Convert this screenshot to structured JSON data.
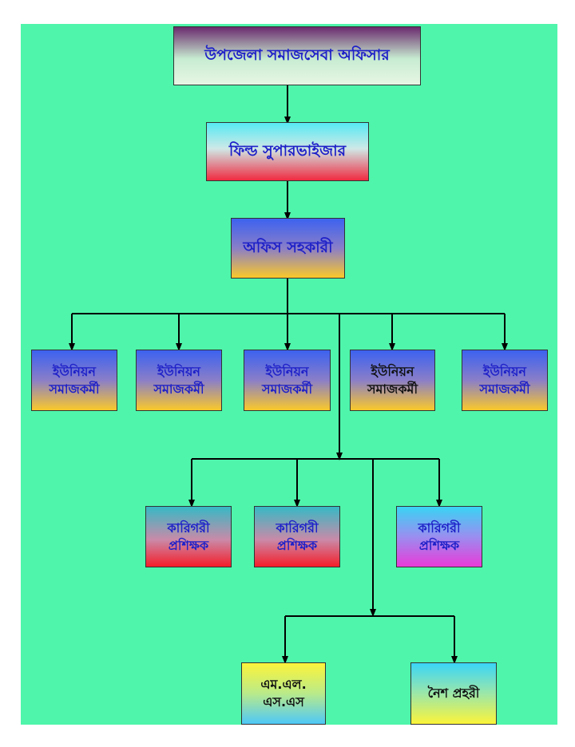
{
  "chart": {
    "top": "উপজেলা সমাজসেবা অফিসার",
    "field_supervisor": "ফিল্ড সুপারভাইজার",
    "office_assistant": "অফিস সহকারী",
    "union_workers": [
      {
        "line1": "ইউনিয়ন",
        "line2": "সমাজকর্মী"
      },
      {
        "line1": "ইউনিয়ন",
        "line2": "সমাজকর্মী"
      },
      {
        "line1": "ইউনিয়ন",
        "line2": "সমাজকর্মী"
      },
      {
        "line1": "ইউনিয়ন",
        "line2": "সমাজকর্মী"
      },
      {
        "line1": "ইউনিয়ন",
        "line2": "সমাজকর্মী"
      }
    ],
    "technical_trainers": [
      {
        "line1": "কারিগরী",
        "line2": "প্রশিক্ষক"
      },
      {
        "line1": "কারিগরী",
        "line2": "প্রশিক্ষক"
      },
      {
        "line1": "কারিগরী",
        "line2": "প্রশিক্ষক"
      }
    ],
    "mlss": {
      "line1": "এম.এল.",
      "line2": "এস.এস"
    },
    "night_guard": "নৈশ প্রহরী"
  },
  "colors": {
    "background": "#4ff5ab",
    "text": "#1e20c8",
    "connector": "#000000"
  }
}
